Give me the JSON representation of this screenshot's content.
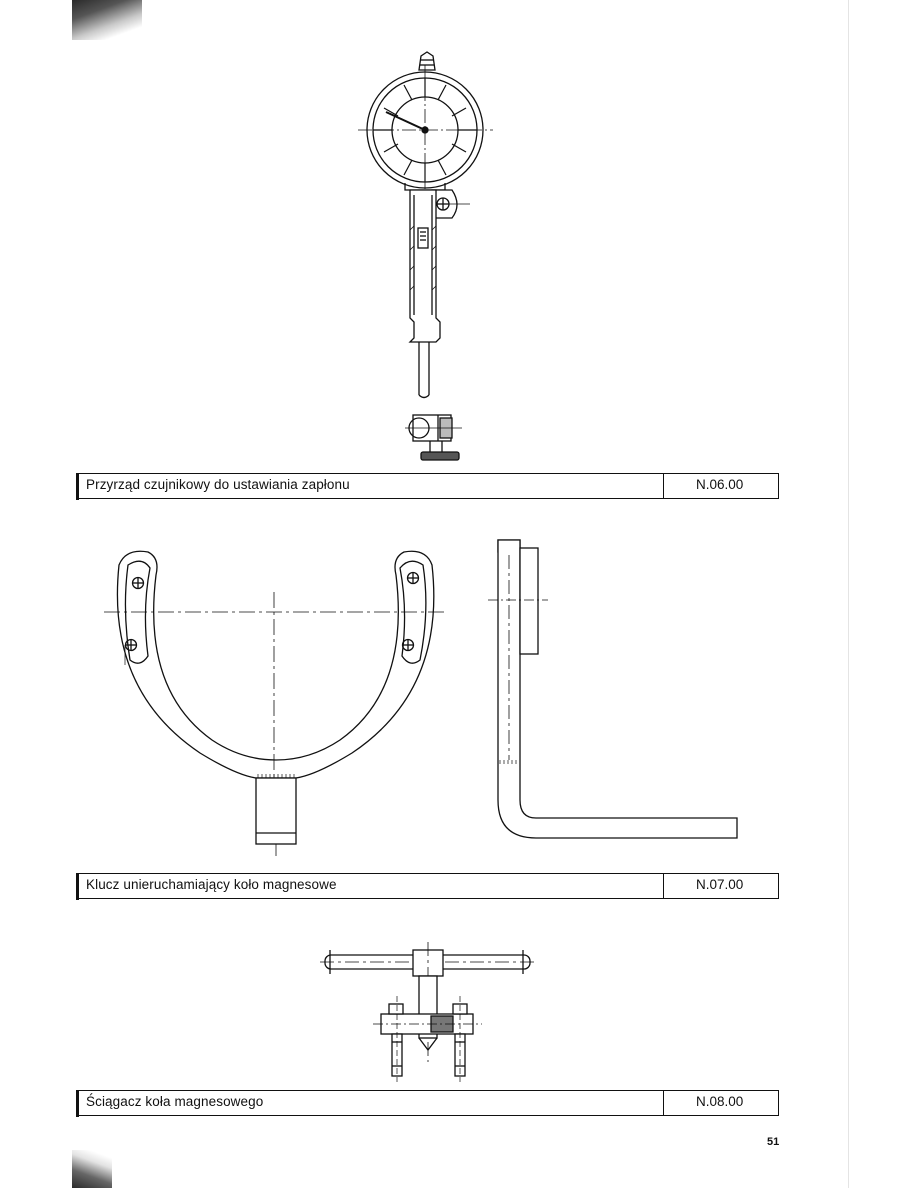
{
  "figures": [
    {
      "title": "Przyrząd czujnikowy do ustawiania zapłonu",
      "code": "N.06.00"
    },
    {
      "title": "Klucz unieruchamiający koło magnesowe",
      "code": "N.07.00"
    },
    {
      "title": "Ściągacz koła magnesowego",
      "code": "N.08.00"
    }
  ],
  "page_number": "51"
}
